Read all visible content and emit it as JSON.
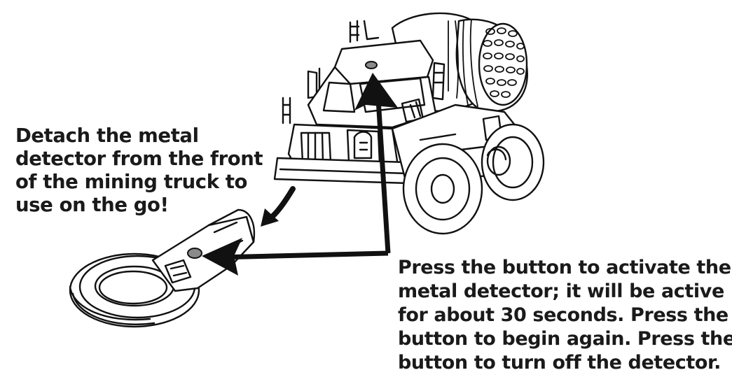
{
  "illustration": {
    "subject": "toy mining truck with detachable metal detector",
    "colors": {
      "ink": "#111111",
      "paper": "#ffffff",
      "button": "#8a8a8a"
    },
    "icons": [
      "truck-illustration",
      "metal-detector-illustration",
      "curved-arrow-icon",
      "pointer-arrow-icon"
    ]
  },
  "captions": {
    "detach": [
      "Detach the metal",
      "detector from the front",
      "of the mining truck to",
      "use on the go!"
    ],
    "press": [
      "Press the button to activate the",
      "metal detector; it will be active",
      "for about 30 seconds. Press the",
      "button to begin again. Press the",
      "button to turn off the detector."
    ]
  }
}
